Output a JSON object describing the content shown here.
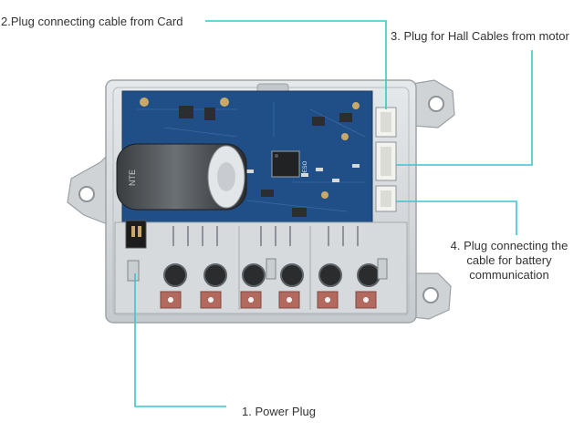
{
  "labels": {
    "card_cable": "2.Plug connecting cable from Card",
    "hall_cables": "3. Plug for Hall Cables from motor",
    "battery_line1": "4. Plug connecting the",
    "battery_line2": "cable for battery",
    "battery_line3": "communication",
    "power_plug": "1. Power Plug"
  },
  "board_markings": {
    "cap_text": "NTE",
    "chip_text": "OESO"
  },
  "colors": {
    "leader_line": "#39c6cf",
    "pcb": "#1f4f86",
    "housing": "#d9dde0",
    "terminal": "#b36a5e"
  }
}
